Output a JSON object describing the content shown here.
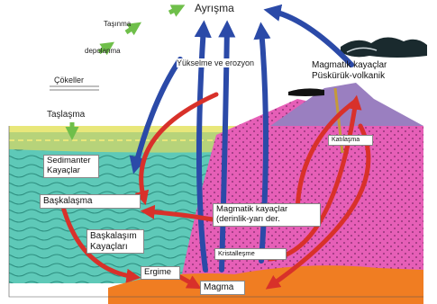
{
  "labels": {
    "weathering": "Ayrışma",
    "transport": "Taşınma",
    "deposition": "depolanma",
    "sediments": "Çökeller",
    "lithification": "Taşlaşma",
    "uplift_erosion": "Yükselme ve erozyon",
    "igneous_volcanic_line1": "Magmatik kayaçlar",
    "igneous_volcanic_line2": "Püskürük-volkanik",
    "solidification": "Katılaşma",
    "sedimentary_line1": "Sedimanter",
    "sedimentary_line2": "Kayaçlar",
    "metamorphism": "Başkalaşma",
    "igneous_plutonic_line1": "Magmatik kayaçlar",
    "igneous_plutonic_line2": "(derinlik-yarı der.",
    "crystallization": "Kristalleşme",
    "metamorphic_line1": "Başkalaşım",
    "metamorphic_line2": "Kayaçları",
    "melting": "Ergime",
    "magma": "Magma"
  },
  "colors": {
    "sky": "#ffffff",
    "sediment_layer": "#b7d37a",
    "sediment_top": "#e8e77a",
    "sedimentary_rock": "#5ec9b8",
    "igneous_rock": "#e65fb7",
    "magma": "#f07d22",
    "volcano": "#9a7fc0",
    "blue_arrow": "#2b4aa8",
    "red_arrow": "#d8312a",
    "green_arrow": "#6fbf4a"
  }
}
